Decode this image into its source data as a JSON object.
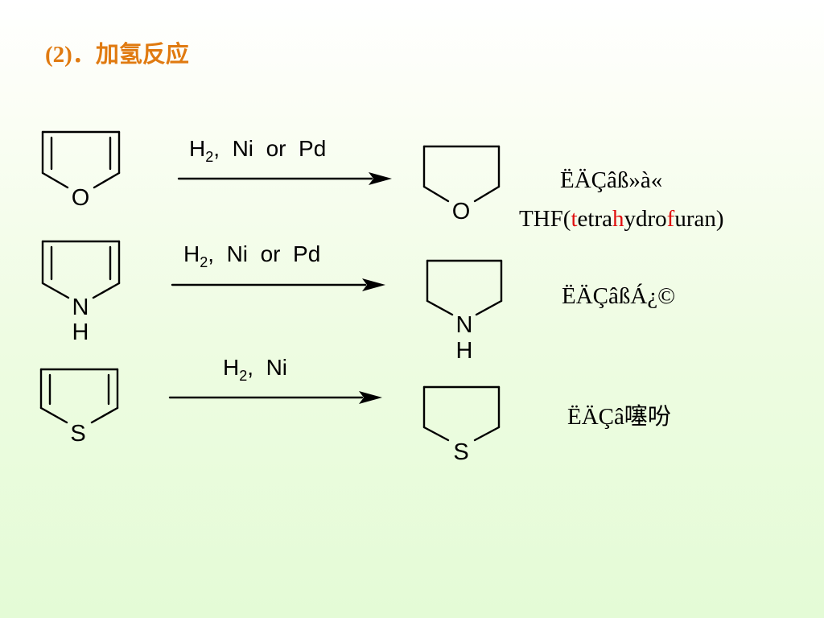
{
  "slide": {
    "title": "(2)．加氢反应"
  },
  "reactions": [
    {
      "reactant_atom": "O",
      "reagent": {
        "h": "H",
        "sub": "2",
        "rest": ",  Ni  or  Pd"
      },
      "product_atom": "O",
      "product_name": "ËÄÇâß»à«",
      "abbr": {
        "p1": "THF(",
        "t": "t",
        "p2": "etra",
        "h": "h",
        "p3": "ydro",
        "f": "f",
        "p4": "uran)"
      }
    },
    {
      "reactant_atom": "N",
      "reactant_h": "H",
      "reagent": {
        "h": "H",
        "sub": "2",
        "rest": ",  Ni  or  Pd"
      },
      "product_atom": "N",
      "product_h": "H",
      "product_name": "ËÄÇâßÁ¿©"
    },
    {
      "reactant_atom": "S",
      "reagent": {
        "h": "H",
        "sub": "2",
        "rest": ",  Ni"
      },
      "product_atom": "S",
      "product_name": "ËÄÇâ噻吩"
    }
  ]
}
